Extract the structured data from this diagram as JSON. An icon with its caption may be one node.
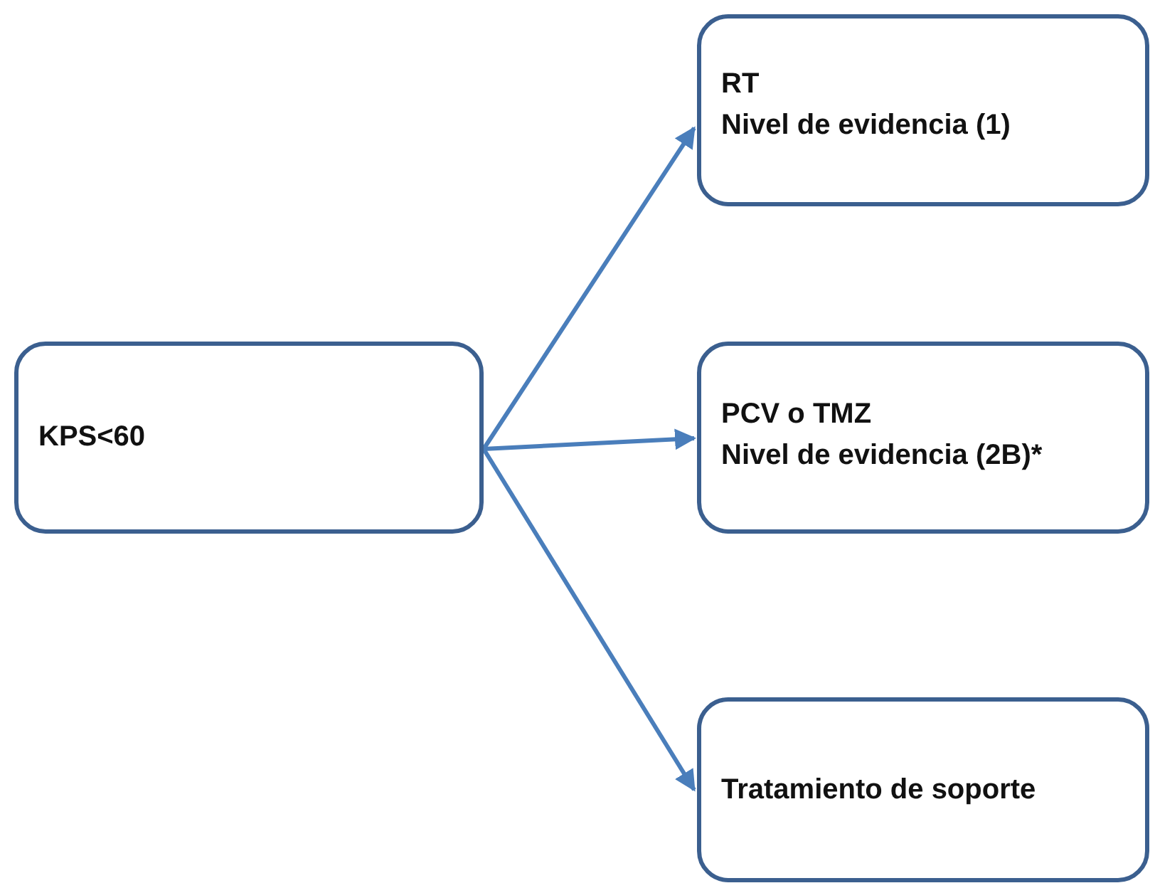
{
  "diagram": {
    "nodes": [
      {
        "text": [
          "KPS<60"
        ]
      },
      {
        "text": [
          "RT",
          "Nivel de evidencia (1)"
        ]
      },
      {
        "text": [
          "PCV o TMZ",
          "Nivel de evidencia (2B)*"
        ]
      },
      {
        "text": [
          "Tratamiento de soporte"
        ]
      }
    ],
    "edges": [
      {
        "from": 0,
        "to": 1,
        "arrow": "to"
      },
      {
        "from": 0,
        "to": 2,
        "arrow": "to"
      },
      {
        "from": 0,
        "to": 3,
        "arrow": "to"
      }
    ]
  }
}
